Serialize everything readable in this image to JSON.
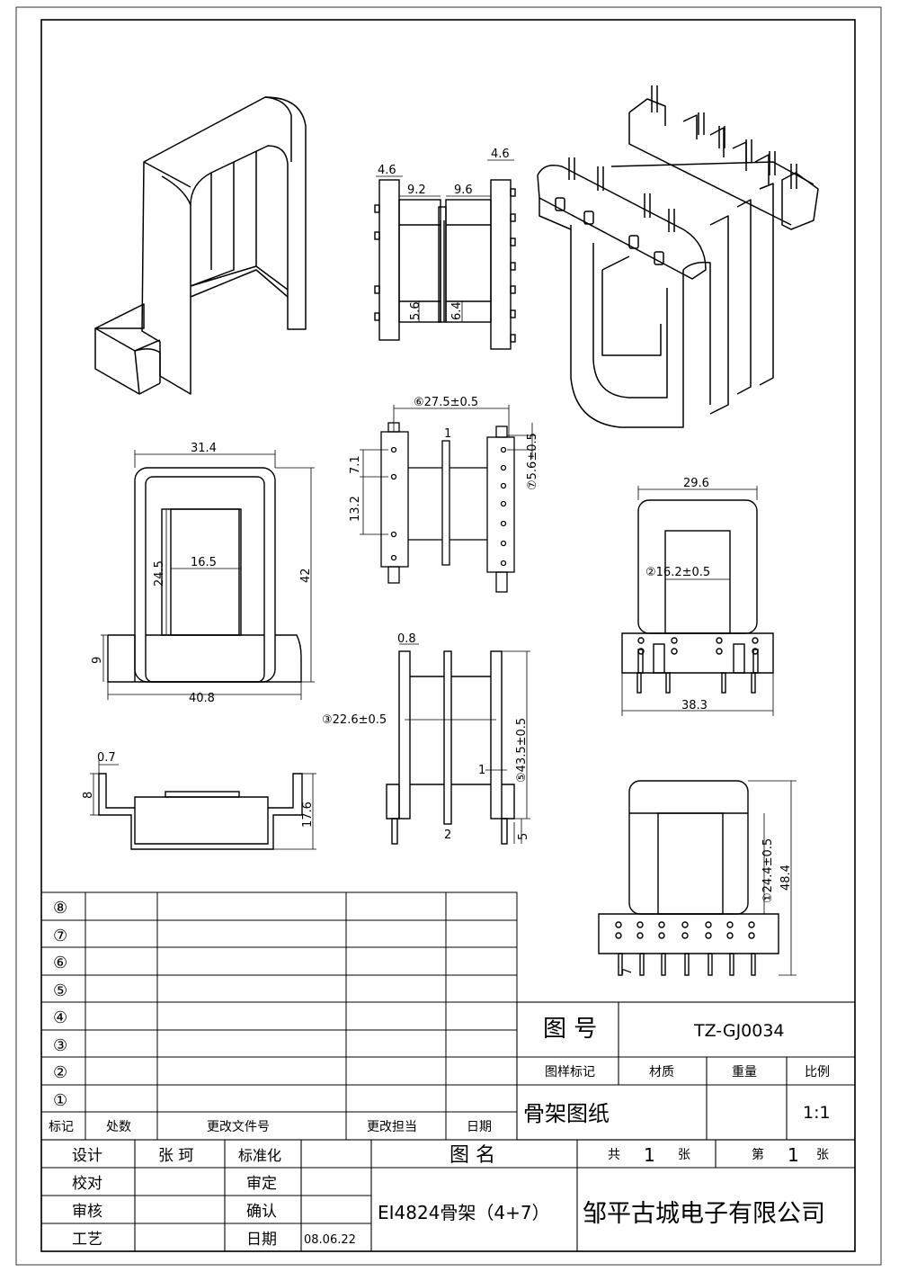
{
  "dims": {
    "top_w1": "4.6",
    "top_a": "9.2",
    "top_b": "9.6",
    "top_w2": "4.6",
    "top_h1": "5.6",
    "top_h2": "6.4",
    "pin_span": "⑥27.5±0.5",
    "pin_pitch1": "7.1",
    "pin_pitch2": "13.2",
    "pin_off": "⑦5.6±0.5",
    "center_t": "1",
    "front_w": "31.4",
    "front_win_w": "16.5",
    "front_win_h": "24.5",
    "front_h": "42",
    "front_base_h": "9",
    "front_base_w": "40.8",
    "bottom_t": "0.7",
    "bottom_h1": "8",
    "bottom_h2": "17.6",
    "side_t": "0.8",
    "side_w": "③22.6±0.5",
    "side_h": "⑤43.5±0.5",
    "side_mark": "1",
    "side_core": "2",
    "side_foot": "5",
    "right_w": "29.6",
    "right_win": "②16.2±0.5",
    "right_base": "38.3",
    "rb_h1": "①24.4±0.5",
    "rb_h2": "48.4",
    "rb_pin": "7"
  },
  "revisions": {
    "markers": [
      "⑧",
      "⑦",
      "⑥",
      "⑤",
      "④",
      "③",
      "②",
      "①"
    ],
    "headers": [
      "标记",
      "处数",
      "更改文件号",
      "更改担当",
      "日期"
    ]
  },
  "title_block": {
    "drawing_no_label": "图 号",
    "drawing_no": "TZ-GJ0034",
    "sample_label": "图样标记",
    "material_label": "材质",
    "weight_label": "重量",
    "scale_label": "比例",
    "drawing_type": "骨架图纸",
    "scale": "1:1",
    "design_label": "设计",
    "designer": "张 珂",
    "standard_label": "标准化",
    "check_label": "校对",
    "review_label": "审定",
    "audit_label": "审核",
    "confirm_label": "确认",
    "process_label": "工艺",
    "date_label": "日期",
    "date": "08.06.22",
    "name_label": "图 名",
    "product_name": "EI4824骨架（4+7）",
    "total_label": "共",
    "total": "1",
    "sheet_unit": "张",
    "sheet_label": "第",
    "sheet": "1",
    "sheet_unit2": "张",
    "company": "邹平古城电子有限公司"
  }
}
